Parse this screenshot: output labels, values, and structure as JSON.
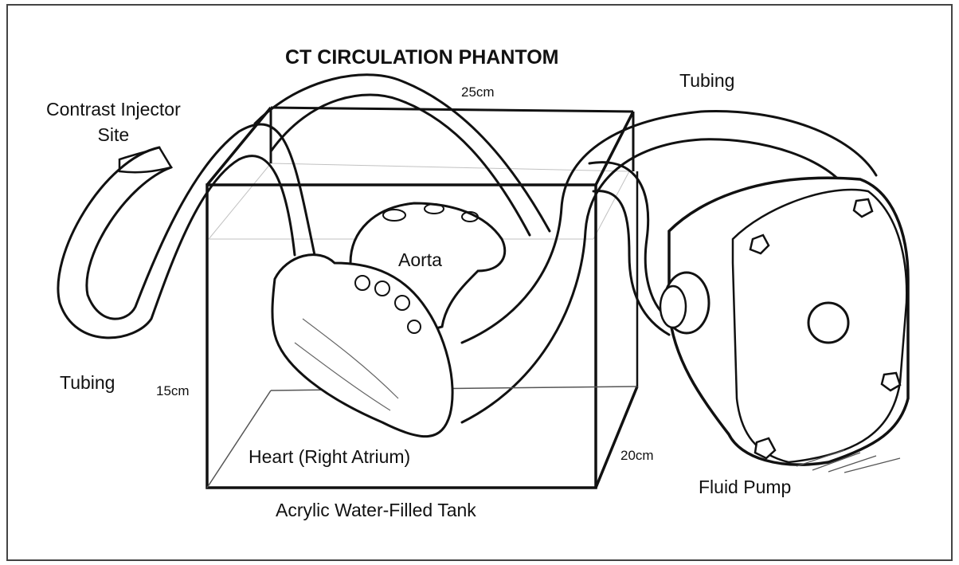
{
  "title": "CT CIRCULATION PHANTOM",
  "labels": {
    "contrast_injector_line1": "Contrast Injector",
    "contrast_injector_line2": "Site",
    "tubing_top": "Tubing",
    "tubing_left": "Tubing",
    "aorta": "Aorta",
    "heart": "Heart (Right Atrium)",
    "tank": "Acrylic Water-Filled Tank",
    "pump": "Fluid Pump"
  },
  "dimensions": {
    "width": "25cm",
    "height": "15cm",
    "depth": "20cm"
  }
}
